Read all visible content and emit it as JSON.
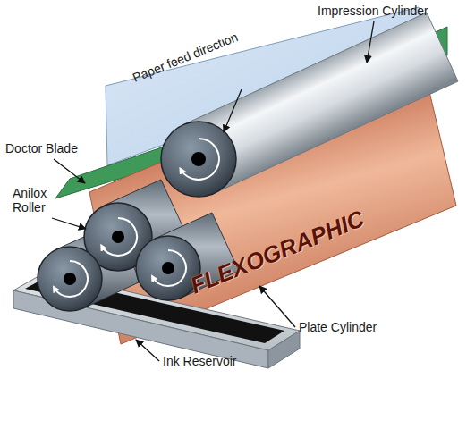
{
  "diagram": {
    "labels": [
      "Impression Cylinder",
      "Paper feed direction",
      "Doctor Blade",
      "Anilox Roller",
      "FLEXOGRAPHIC",
      "Plate Cylinder",
      "Ink Reservoir"
    ]
  }
}
